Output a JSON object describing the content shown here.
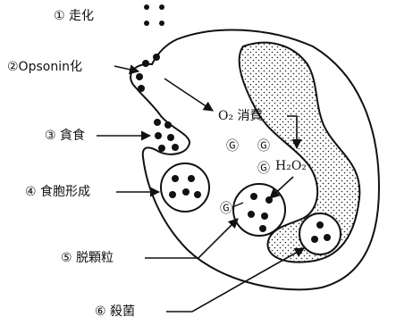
{
  "labels": {
    "step1": "① 走化",
    "step2": "②Opsonin化",
    "step3": "③ 貪食",
    "step4": "④ 食胞形成",
    "step5": "⑤ 脱顆粒",
    "step6": "⑥ 殺菌"
  },
  "inside": {
    "o2_consumption": "O₂ 消費",
    "h2o2": "H₂O₂",
    "granule_symbol": "Ⓖ"
  }
}
